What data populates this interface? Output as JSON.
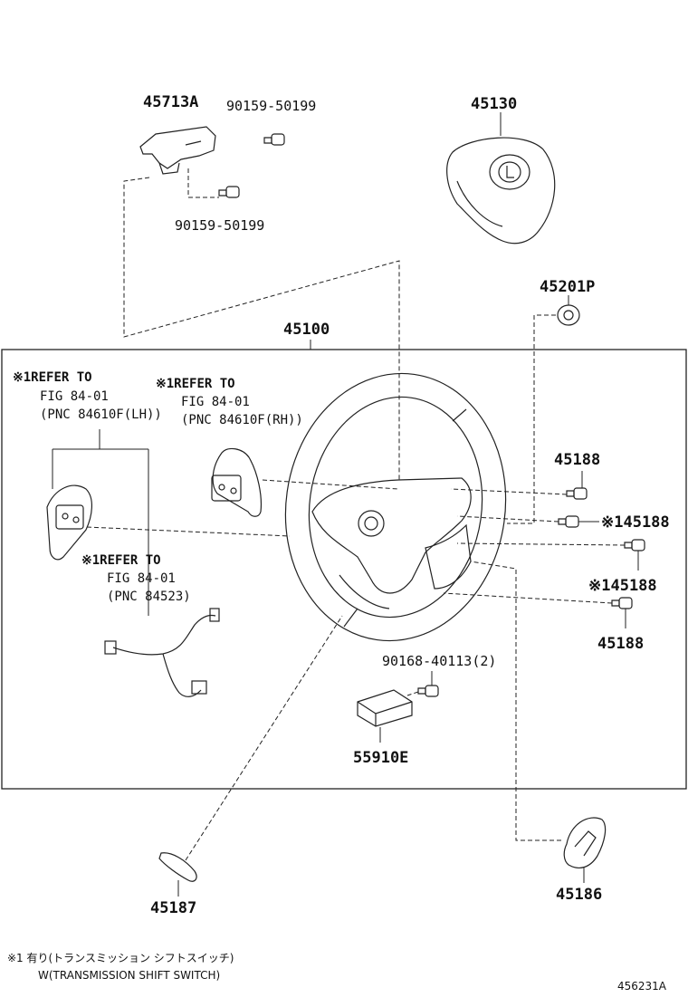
{
  "labels": {
    "p45713a": "45713A",
    "p90159_top": "90159-50199",
    "p90159_bot": "90159-50199",
    "p45130": "45130",
    "p45201p": "45201P",
    "p45100": "45100",
    "p45188_a": "45188",
    "p45188_b": "※145188",
    "p45188_c": "※145188",
    "p45188_d": "45188",
    "p90168": "90168-40113(2)",
    "p55910e": "55910E",
    "p45187": "45187",
    "p45186": "45186"
  },
  "refs": {
    "lh": {
      "line1": "※1REFER TO",
      "line2": "FIG 84-01",
      "line3": "(PNC 84610F(LH))"
    },
    "rh": {
      "line1": "※1REFER TO",
      "line2": "FIG 84-01",
      "line3": "(PNC 84610F(RH))"
    },
    "wire": {
      "line1": "※1REFER TO",
      "line2": "FIG 84-01",
      "line3": "(PNC 84523)"
    }
  },
  "footnote": {
    "line1": "※1  有り(トランスミッション  シフトスイッチ)",
    "line2": "W(TRANSMISSION SHIFT SWITCH)"
  },
  "figure_id": "456231A"
}
